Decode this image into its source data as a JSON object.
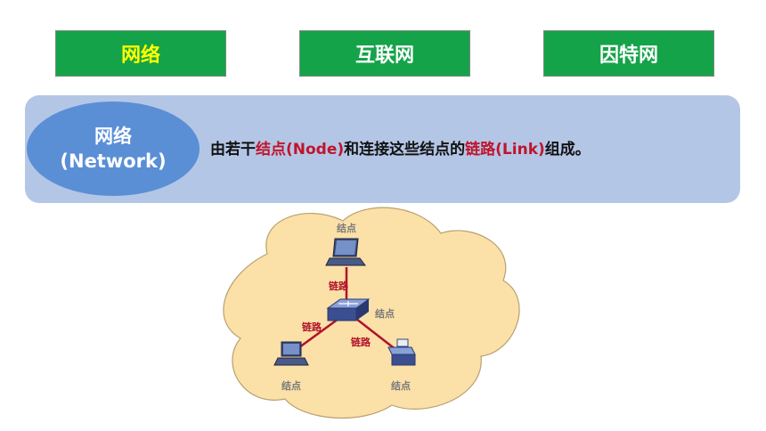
{
  "tabs": [
    {
      "label": "网络"
    },
    {
      "label": "互联网"
    },
    {
      "label": "因特网"
    }
  ],
  "definition": {
    "term_cn": "网络",
    "term_en": "(Network)",
    "parts": [
      {
        "text": "由若干",
        "highlight": false
      },
      {
        "text": "结点(Node)",
        "highlight": true
      },
      {
        "text": "和连接这些结点的",
        "highlight": false
      },
      {
        "text": "链路(Link)",
        "highlight": true
      },
      {
        "text": "组成。",
        "highlight": false
      }
    ]
  },
  "diagram": {
    "node_label": "结点",
    "link_label": "链路",
    "colors": {
      "cloud_fill": "#fbe0a8",
      "cloud_stroke": "#b8a070",
      "link": "#b0122a",
      "node_label": "#7a7a7a",
      "link_label": "#b0122a"
    }
  },
  "colors": {
    "tab_bg": "#15a34a",
    "tab_active_text": "#ffff00",
    "tab_text": "#ffffff",
    "banner_bg": "#b4c6e6",
    "ellipse_bg": "#5a8fd6",
    "highlight": "#c0142c"
  }
}
